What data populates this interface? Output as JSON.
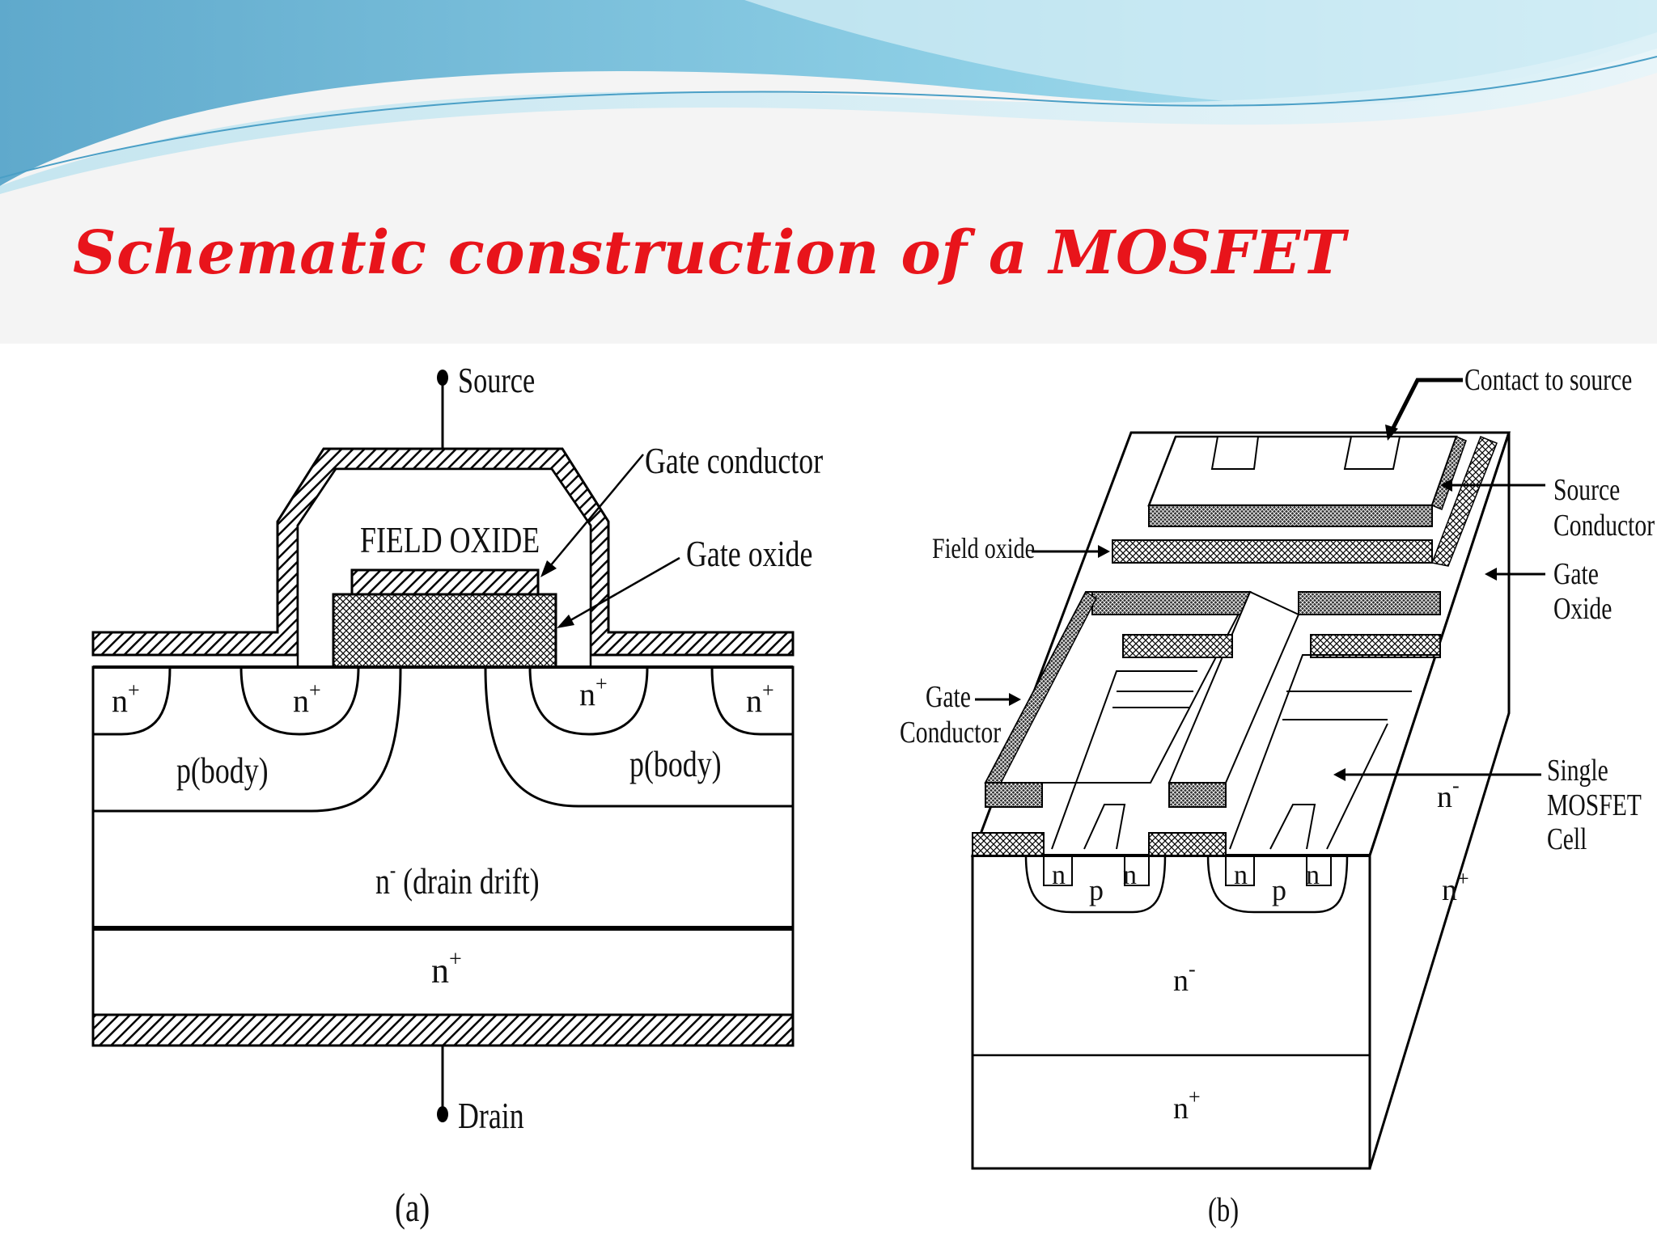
{
  "slide": {
    "title": "Schematic construction of a MOSFET"
  },
  "figure_a": {
    "caption": "(a)",
    "labels": {
      "source": "Source",
      "drain": "Drain",
      "gate_conductor": "Gate conductor",
      "gate_oxide": "Gate oxide",
      "field_oxide": "FIELD OXIDE",
      "p_body_left": "p(body)",
      "p_body_right": "p(body)",
      "drain_drift_prefix": "n",
      "drain_drift_sup": "-",
      "drain_drift_suffix": " (drain drift)",
      "n_plus_base": "n",
      "n_plus_sup": "+"
    }
  },
  "figure_b": {
    "caption": "(b)",
    "labels": {
      "contact_to_source": "Contact to source",
      "source_conductor_1": "Source",
      "source_conductor_2": "Conductor",
      "gate_oxide_1": "Gate",
      "gate_oxide_2": "Oxide",
      "field_oxide": "Field oxide",
      "gate_conductor_1": "Gate",
      "gate_conductor_2": "Conductor",
      "single_mosfet_1": "Single",
      "single_mosfet_2": "MOSFET",
      "single_mosfet_3": "Cell",
      "n_base": "n",
      "n_minus_sup": "-",
      "n_plus_sup": "+",
      "p": "p"
    }
  },
  "colors": {
    "title": "#e8141b",
    "wave_dark": "#6fb8d6",
    "wave_light": "#a9dcec"
  }
}
